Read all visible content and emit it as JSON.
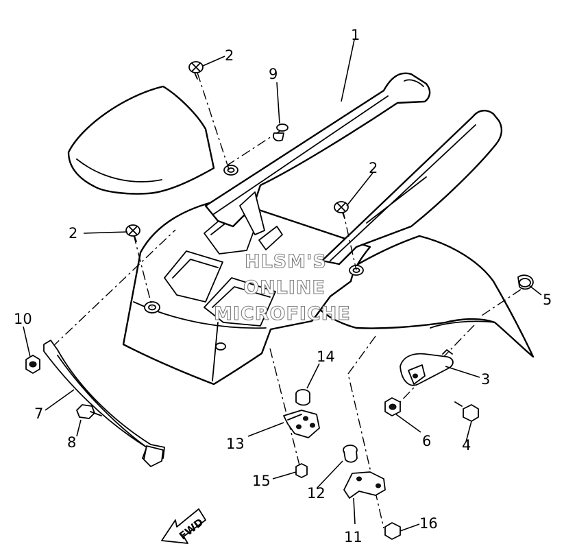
{
  "callouts": {
    "c1": "1",
    "c2a": "2",
    "c2b": "2",
    "c2c": "2",
    "c3": "3",
    "c4": "4",
    "c5": "5",
    "c6": "6",
    "c7": "7",
    "c8": "8",
    "c9": "9",
    "c10": "10",
    "c11": "11",
    "c12": "12",
    "c13": "13",
    "c14": "14",
    "c15": "15",
    "c16": "16"
  },
  "watermark": {
    "line1": "HLSM'S",
    "line2": "ONLINE",
    "line3": "MICROFICHE"
  },
  "direction_arrow": {
    "label": "FWD",
    "icon": "forward-arrow-icon"
  }
}
